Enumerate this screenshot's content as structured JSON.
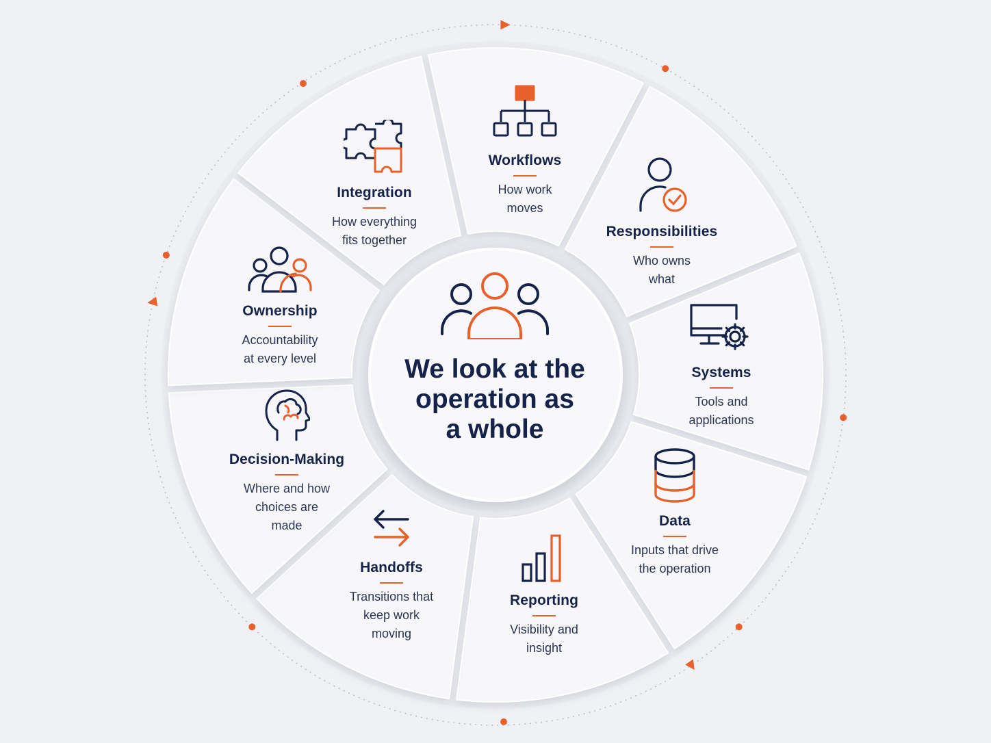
{
  "center": {
    "title": "We look at the\noperation as\na whole",
    "icon": "team-icon"
  },
  "segments": [
    {
      "key": "workflows",
      "title": "Workflows",
      "subtitle": "How work\nmoves",
      "icon": "org-chart-icon"
    },
    {
      "key": "responsibilities",
      "title": "Responsibilities",
      "subtitle": "Who owns\nwhat",
      "icon": "user-check-icon"
    },
    {
      "key": "systems",
      "title": "Systems",
      "subtitle": "Tools and\napplications",
      "icon": "monitor-gear-icon"
    },
    {
      "key": "data",
      "title": "Data",
      "subtitle": "Inputs that drive\nthe operation",
      "icon": "database-icon"
    },
    {
      "key": "reporting",
      "title": "Reporting",
      "subtitle": "Visibility and\ninsight",
      "icon": "bar-chart-icon"
    },
    {
      "key": "handoffs",
      "title": "Handoffs",
      "subtitle": "Transitions that\nkeep work\nmoving",
      "icon": "swap-arrows-icon"
    },
    {
      "key": "decision-making",
      "title": "Decision-Making",
      "subtitle": "Where and how\nchoices are\nmade",
      "icon": "head-brain-icon"
    },
    {
      "key": "ownership",
      "title": "Ownership",
      "subtitle": "Accountability\nat every level",
      "icon": "group-icon"
    },
    {
      "key": "integration",
      "title": "Integration",
      "subtitle": "How everything\nfits together",
      "icon": "puzzle-icon"
    }
  ],
  "colors": {
    "navy": "#15234b",
    "accent": "#e8602c",
    "segment": "#f7f7f9",
    "background": "#f0f1f4",
    "ring": "#b9bcc4"
  }
}
